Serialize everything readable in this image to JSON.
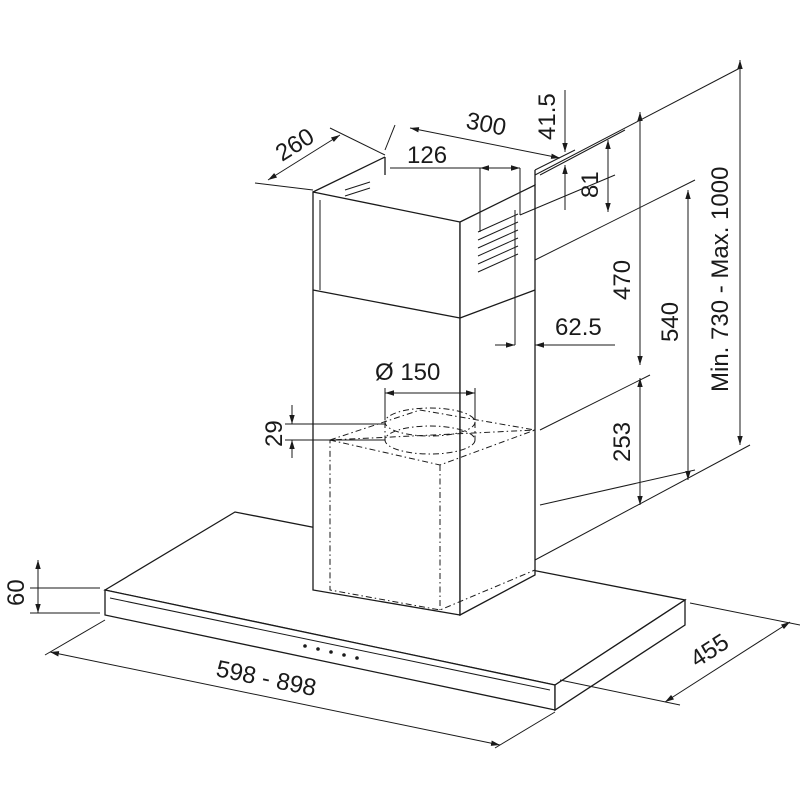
{
  "title": "Cooker hood dimension drawing",
  "dimensions": {
    "chimney_depth": "260",
    "chimney_width": "300",
    "top_offset": "41.5",
    "vent_width": "126",
    "vent_offset": "81",
    "upper_chimney": "470",
    "chimney_total": "540",
    "height_range": "Min. 730 - Max. 1000",
    "side_offset": "62.5",
    "duct_diameter": "Ø 150",
    "collar_height": "29",
    "lower_chimney": "253",
    "canopy_thickness": "60",
    "canopy_width": "598 - 898",
    "canopy_depth": "455"
  },
  "colors": {
    "line": "#1a1a1a",
    "background": "#ffffff"
  }
}
